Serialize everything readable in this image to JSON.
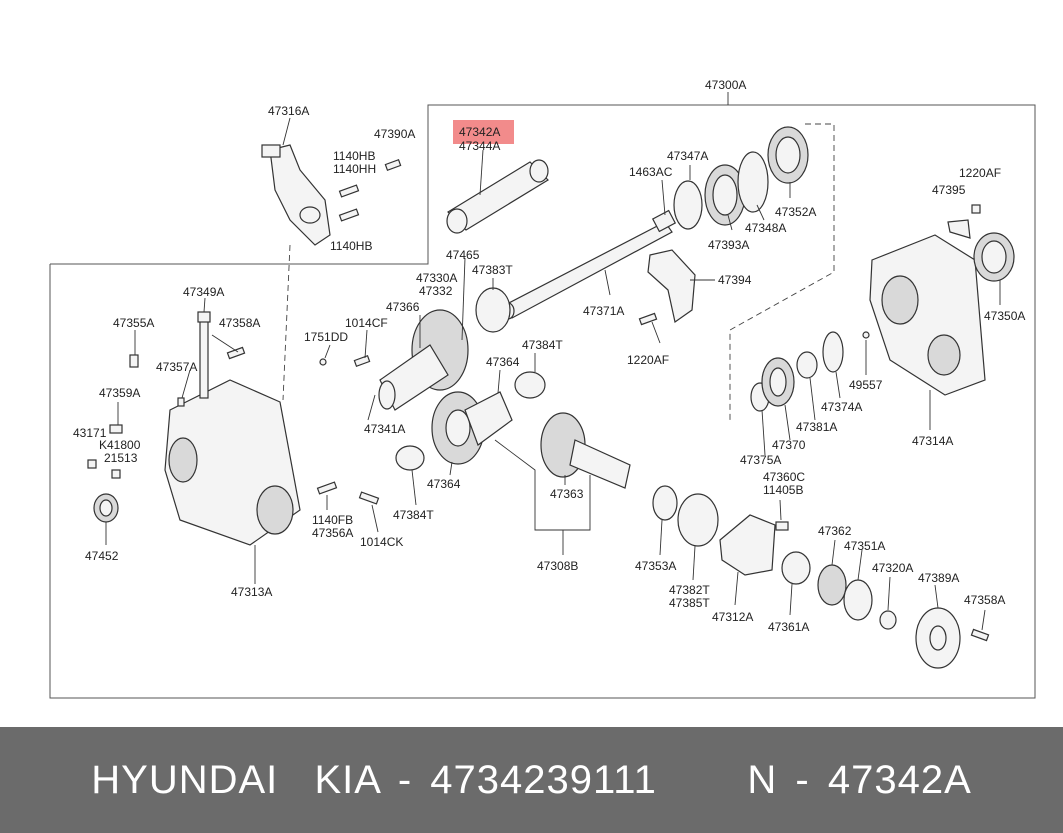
{
  "diagram": {
    "assembly_label": "47300A",
    "highlight_color": "#f28b8b",
    "labels": {
      "l47342A": "47342A",
      "l47344A": "47344A",
      "l47316A": "47316A",
      "l47390A": "47390A",
      "l1140HB_a": "1140HB",
      "l1140HH": "1140HH",
      "l1140HB_b": "1140HB",
      "l47347A": "47347A",
      "l1463AC": "1463AC",
      "l47352A": "47352A",
      "l47393A": "47393A",
      "l47348A": "47348A",
      "l1220AF_a": "1220AF",
      "l47395": "47395",
      "l47465": "47465",
      "l47330A": "47330A",
      "l47332": "47332",
      "l47383T": "47383T",
      "l47394": "47394",
      "l47349A": "47349A",
      "l47366": "47366",
      "l1014CF": "1014CF",
      "l47371A": "47371A",
      "l47350A": "47350A",
      "l47355A": "47355A",
      "l47358A_a": "47358A",
      "l1751DD": "1751DD",
      "l47384T_a": "47384T",
      "l1220AF_b": "1220AF",
      "l47364_a": "47364",
      "l49557": "49557",
      "l47357A": "47357A",
      "l47359A": "47359A",
      "l47374A": "47374A",
      "l47341A": "47341A",
      "l47381A": "47381A",
      "l43171": "43171",
      "lK41800": "K41800",
      "l21513": "21513",
      "l47370": "47370",
      "l47314A": "47314A",
      "l47375A": "47375A",
      "l47364_b": "47364",
      "l47363": "47363",
      "l47360C": "47360C",
      "l11405B": "11405B",
      "l1140FB": "1140FB",
      "l47384T_b": "47384T",
      "l47356A": "47356A",
      "l1014CK": "1014CK",
      "l47452": "47452",
      "l47362": "47362",
      "l47351A": "47351A",
      "l47308B": "47308B",
      "l47353A": "47353A",
      "l47320A": "47320A",
      "l47389A": "47389A",
      "l47313A": "47313A",
      "l47382T": "47382T",
      "l47385T": "47385T",
      "l47358A_b": "47358A",
      "l47312A": "47312A",
      "l47361A": "47361A"
    }
  },
  "footer": {
    "text": "HYUNDAI  KIA - 4734239111     N - 47342A"
  }
}
